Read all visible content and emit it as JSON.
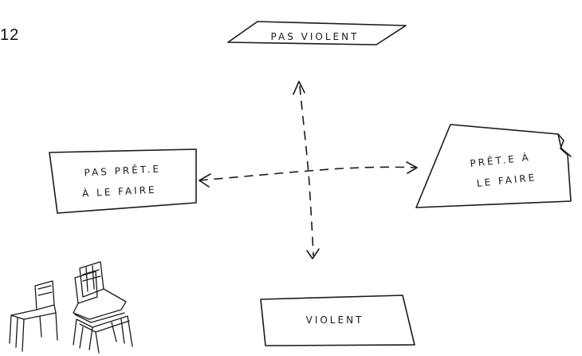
{
  "page_number": "12",
  "labels": {
    "top": "PAS VIOLENT",
    "left_line1": "PAS PRÊT.E",
    "left_line2": "À LE FAIRE",
    "right_line1": "PRÊT.E À",
    "right_line2": "LE FAIRE",
    "bottom": "VIOLENT"
  },
  "colors": {
    "ink": "#1a1a1a",
    "paper": "#ffffff"
  },
  "icons": [
    "arrow-up-icon",
    "arrow-down-icon",
    "arrow-left-icon",
    "arrow-right-icon",
    "chairs-icon"
  ]
}
